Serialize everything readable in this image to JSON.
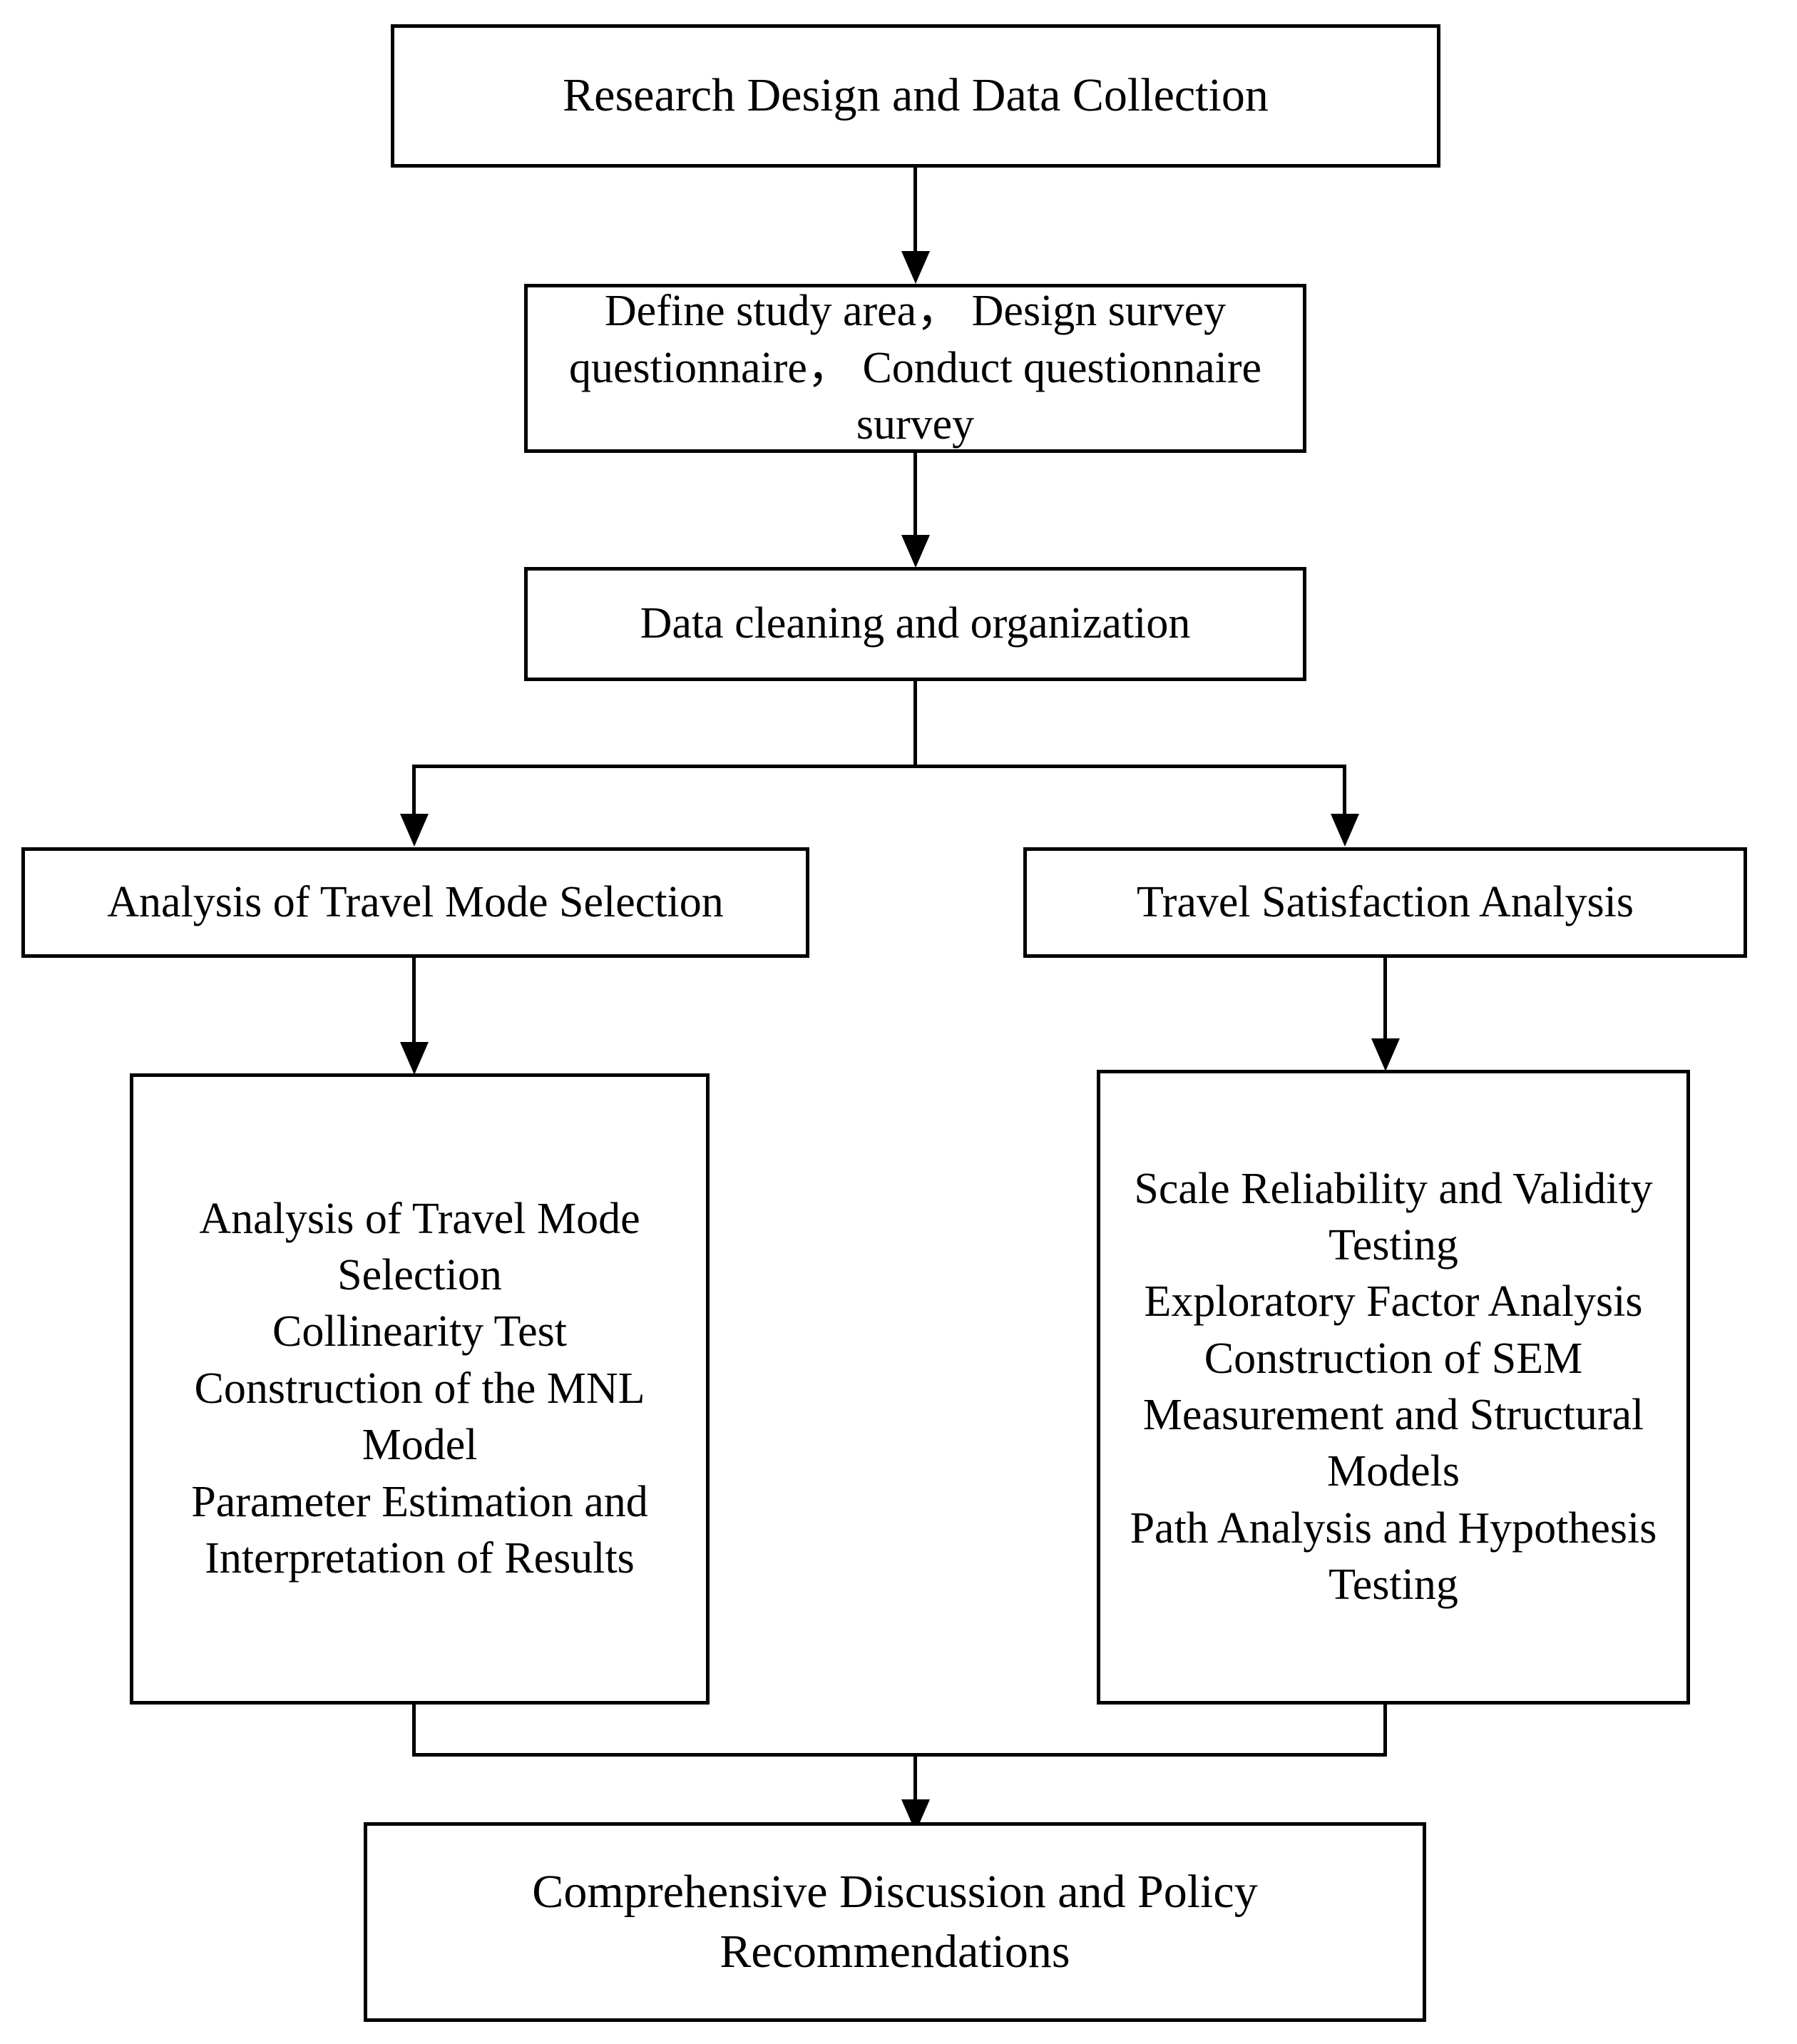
{
  "diagram": {
    "title": "Research methodology flowchart",
    "background_color": "#ffffff",
    "line_color": "#000000",
    "nodes": {
      "research_design": "Research Design and Data Collection",
      "define_study": "Define study area，  Design survey questionnaire，  Conduct questionnaire survey",
      "data_cleaning": "Data cleaning and organization",
      "travel_mode_selection": "Analysis of Travel Mode Selection",
      "travel_satisfaction": "Travel Satisfaction Analysis",
      "travel_mode_detail": "Analysis of Travel Mode Selection\nCollinearity Test\nConstruction of the MNL Model\nParameter Estimation and Interpretation of Results",
      "travel_satisfaction_detail": "Scale Reliability and Validity Testing\nExploratory Factor Analysis\nConstruction of SEM Measurement and Structural Models\nPath Analysis and Hypothesis Testing",
      "comprehensive": "Comprehensive Discussion and Policy Recommendations"
    },
    "edges": [
      {
        "from": "research_design",
        "to": "define_study",
        "type": "arrow-down"
      },
      {
        "from": "define_study",
        "to": "data_cleaning",
        "type": "arrow-down"
      },
      {
        "from": "data_cleaning",
        "to": "travel_mode_selection",
        "type": "split-left"
      },
      {
        "from": "data_cleaning",
        "to": "travel_satisfaction",
        "type": "split-right"
      },
      {
        "from": "travel_mode_selection",
        "to": "travel_mode_detail",
        "type": "arrow-down"
      },
      {
        "from": "travel_satisfaction",
        "to": "travel_satisfaction_detail",
        "type": "arrow-down"
      },
      {
        "from": "travel_mode_detail",
        "to": "comprehensive",
        "type": "merge-left"
      },
      {
        "from": "travel_satisfaction_detail",
        "to": "comprehensive",
        "type": "merge-right"
      }
    ]
  }
}
